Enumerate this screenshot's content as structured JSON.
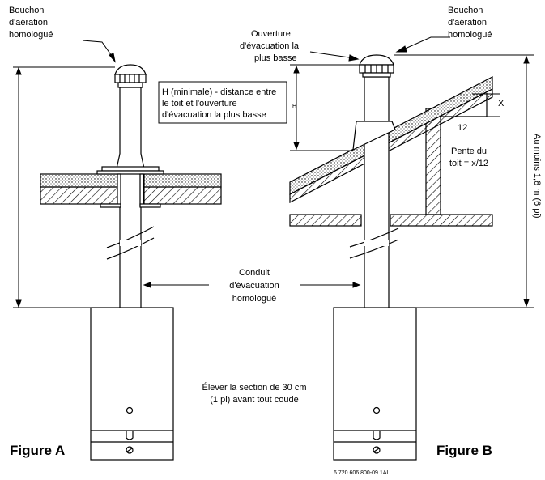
{
  "labels": {
    "cap_a": [
      "Bouchon",
      "d'aération",
      "homologué"
    ],
    "cap_b": [
      "Bouchon",
      "d'aération",
      "homologué"
    ],
    "lowest_opening": [
      "Ouverture",
      "d'évacuation la",
      "plus basse"
    ],
    "h_note": [
      "H (minimale) - distance entre",
      "le toit et l'ouverture",
      "d'évacuation la plus basse"
    ],
    "h_marker": "H",
    "x_marker": "X",
    "run_marker": "12",
    "roof_slope": [
      "Pente du",
      "toit = x/12"
    ],
    "min_height": "Au moins 1,8 m (6 pi)",
    "vent_pipe": [
      "Conduit",
      "d'évacuation",
      "homologué"
    ],
    "raise_section": [
      "Élever la section de 30 cm",
      "(1 pi) avant tout coude"
    ],
    "figure_a": "Figure A",
    "figure_b": "Figure B",
    "doc_ref": "6 720 606 800-09.1AL"
  }
}
